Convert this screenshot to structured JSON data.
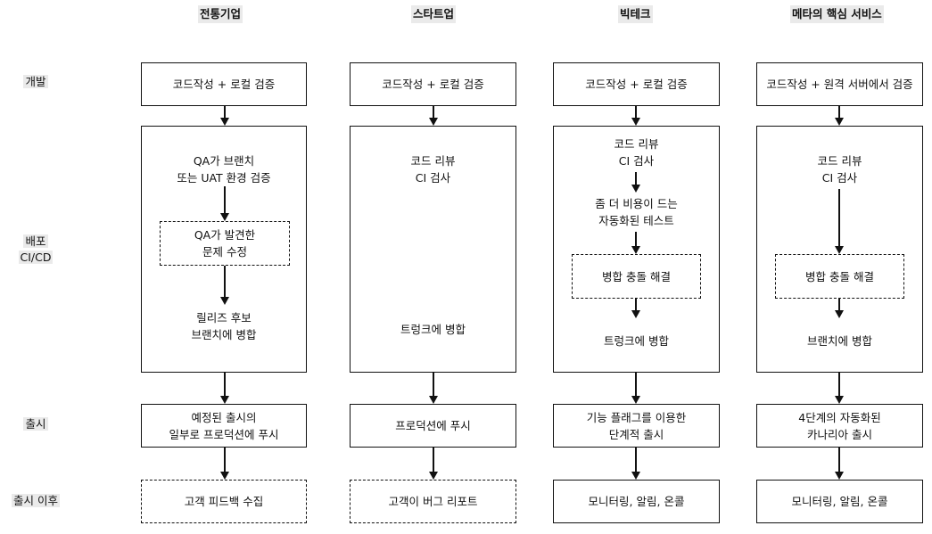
{
  "columns": {
    "traditional": "전통기업",
    "startup": "스타트업",
    "bigtech": "빅테크",
    "meta": "메타의 핵심 서비스"
  },
  "rows": {
    "dev": "개발",
    "deploy_1": "배포",
    "deploy_2": "CI/CD",
    "release": "출시",
    "post_release": "출시 이후"
  },
  "traditional": {
    "dev": "코드작성 + 로컬 검증",
    "deploy_step1_line1": "QA가 브랜치",
    "deploy_step1_line2": "또는 UAT 환경 검증",
    "deploy_step2_line1": "QA가 발견한",
    "deploy_step2_line2": "문제 수정",
    "deploy_step3_line1": "릴리즈 후보",
    "deploy_step3_line2": "브랜치에 병합",
    "release_line1": "예정된 출시의",
    "release_line2": "일부로 프로덕션에 푸시",
    "post": "고객 피드백 수집"
  },
  "startup": {
    "dev": "코드작성 + 로컬 검증",
    "deploy_step1_line1": "코드 리뷰",
    "deploy_step1_line2": "CI 검사",
    "deploy_step2": "트렁크에 병합",
    "release": "프로덕션에 푸시",
    "post": "고객이 버그 리포트"
  },
  "bigtech": {
    "dev": "코드작성 + 로컬 검증",
    "deploy_step1_line1": "코드 리뷰",
    "deploy_step1_line2": "CI 검사",
    "deploy_step2_line1": "좀 더 비용이 드는",
    "deploy_step2_line2": "자동화된 테스트",
    "deploy_step3": "병합 충돌 해결",
    "deploy_step4": "트렁크에 병합",
    "release_line1": "기능 플래그를 이용한",
    "release_line2": "단계적 출시",
    "post": "모니터링, 알림, 온콜"
  },
  "meta": {
    "dev": "코드작성 + 원격 서버에서 검증",
    "deploy_step1_line1": "코드 리뷰",
    "deploy_step1_line2": "CI 검사",
    "deploy_step2": "병합 충돌 해결",
    "deploy_step3": "브랜치에 병합",
    "release_line1": "4단계의 자동화된",
    "release_line2": "카나리아 출시",
    "post": "모니터링, 알림, 온콜"
  }
}
